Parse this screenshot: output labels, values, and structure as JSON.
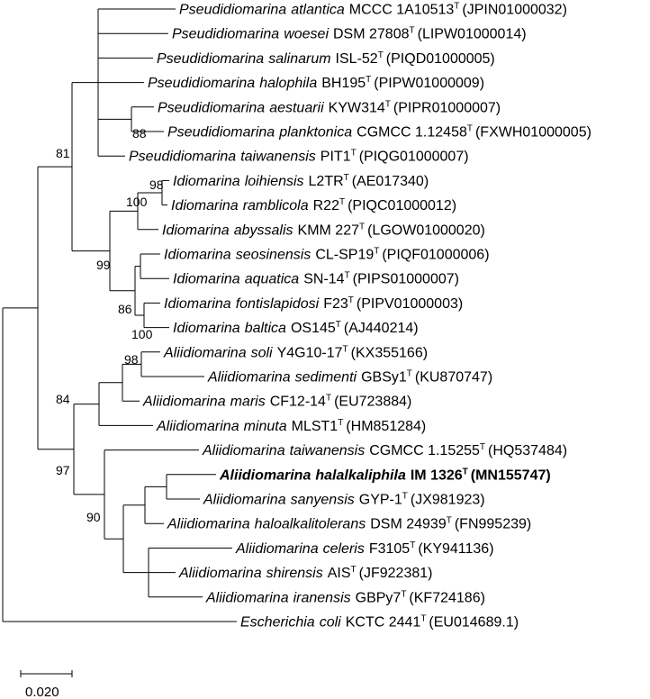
{
  "taxa": [
    {
      "genus": "Pseudidiomarina",
      "epithet": "atlantica",
      "strain": "MCCC 1A10513",
      "type": "T",
      "accession": "(JPIN01000032)",
      "bold": false
    },
    {
      "genus": "Pseudidiomarina",
      "epithet": "woesei",
      "strain": "DSM 27808",
      "type": "T",
      "accession": "(LIPW01000014)",
      "bold": false
    },
    {
      "genus": "Pseudidiomarina",
      "epithet": "salinarum",
      "strain": "ISL-52",
      "type": "T",
      "accession": "(PIQD01000005)",
      "bold": false
    },
    {
      "genus": "Pseudidiomarina",
      "epithet": "halophila",
      "strain": "BH195",
      "type": "T",
      "accession": "(PIPW01000009)",
      "bold": false
    },
    {
      "genus": "Pseudidiomarina",
      "epithet": "aestuarii",
      "strain": "KYW314",
      "type": "T",
      "accession": "(PIPR01000007)",
      "bold": false
    },
    {
      "genus": "Pseudidiomarina",
      "epithet": "planktonica",
      "strain": "CGMCC 1.12458",
      "type": "T",
      "accession": "(FXWH01000005)",
      "bold": false
    },
    {
      "genus": "Pseudidiomarina",
      "epithet": "taiwanensis",
      "strain": "PIT1",
      "type": "T",
      "accession": "(PIQG01000007)",
      "bold": false
    },
    {
      "genus": "Idiomarina",
      "epithet": "loihiensis",
      "strain": "L2TR",
      "type": "T",
      "accession": "(AE017340)",
      "bold": false
    },
    {
      "genus": "Idiomarina",
      "epithet": "ramblicola",
      "strain": "R22",
      "type": "T",
      "accession": "(PIQC01000012)",
      "bold": false
    },
    {
      "genus": "Idiomarina",
      "epithet": "abyssalis",
      "strain": "KMM 227",
      "type": "T",
      "accession": "(LGOW01000020)",
      "bold": false
    },
    {
      "genus": "Idiomarina",
      "epithet": "seosinensis",
      "strain": "CL-SP19",
      "type": "T",
      "accession": "(PIQF01000006)",
      "bold": false
    },
    {
      "genus": "Idiomarina",
      "epithet": "aquatica",
      "strain": "SN-14",
      "type": "T",
      "accession": "(PIPS01000007)",
      "bold": false
    },
    {
      "genus": "Idiomarina",
      "epithet": "fontislapidosi",
      "strain": "F23",
      "type": "T",
      "accession": "(PIPV01000003)",
      "bold": false
    },
    {
      "genus": "Idiomarina",
      "epithet": "baltica",
      "strain": "OS145",
      "type": "T",
      "accession": "(AJ440214)",
      "bold": false
    },
    {
      "genus": "Aliidiomarina",
      "epithet": "soli",
      "strain": "Y4G10-17",
      "type": "T",
      "accession": "(KX355166)",
      "bold": false
    },
    {
      "genus": "Aliidiomarina",
      "epithet": "sedimenti",
      "strain": "GBSy1",
      "type": "T",
      "accession": "(KU870747)",
      "bold": false
    },
    {
      "genus": "Aliidiomarina",
      "epithet": "maris",
      "strain": "CF12-14",
      "type": "T",
      "accession": "(EU723884)",
      "bold": false
    },
    {
      "genus": "Aliidiomarina",
      "epithet": "minuta",
      "strain": "MLST1",
      "type": "T",
      "accession": "(HM851284)",
      "bold": false
    },
    {
      "genus": "Aliidiomarina",
      "epithet": "taiwanensis",
      "strain": "CGMCC 1.15255",
      "type": "T",
      "accession": "(HQ537484)",
      "bold": false
    },
    {
      "genus": "Aliidiomarina",
      "epithet": "halalkaliphila",
      "strain": "IM 1326",
      "type": "T",
      "accession": "(MN155747)",
      "bold": true
    },
    {
      "genus": "Aliidiomarina",
      "epithet": "sanyensis",
      "strain": "GYP-1",
      "type": "T",
      "accession": "(JX981923)",
      "bold": false
    },
    {
      "genus": "Aliidiomarina",
      "epithet": "haloalkalitolerans",
      "strain": "DSM 24939",
      "type": "T",
      "accession": "(FN995239)",
      "bold": false
    },
    {
      "genus": "Aliidiomarina",
      "epithet": "celeris",
      "strain": "F3105",
      "type": "T",
      "accession": "(KY941136)",
      "bold": false
    },
    {
      "genus": "Aliidiomarina",
      "epithet": "shirensis",
      "strain": "AIS",
      "type": "T",
      "accession": "(JF922381)",
      "bold": false
    },
    {
      "genus": "Aliidiomarina",
      "epithet": "iranensis",
      "strain": "GBPy7",
      "type": "T",
      "accession": "(KF724186)",
      "bold": false
    },
    {
      "genus": "Escherichia",
      "epithet": "coli",
      "strain": "KCTC 2441",
      "type": "T",
      "accession": "(EU014689.1)",
      "bold": false
    }
  ],
  "bootstrap": [
    "88",
    "81",
    "98",
    "100",
    "99",
    "86",
    "100",
    "98",
    "84",
    "97",
    "90"
  ],
  "scale_bar": {
    "label": "0.020"
  },
  "colors": {
    "line": "#000000",
    "text": "#000000",
    "background": "#ffffff"
  }
}
